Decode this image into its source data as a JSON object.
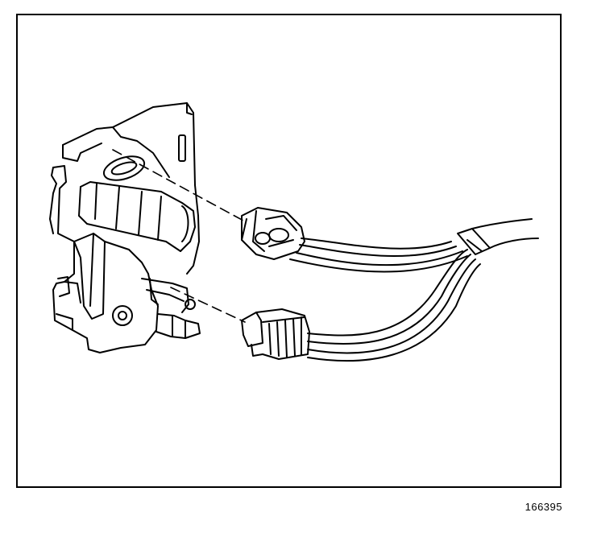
{
  "figure": {
    "id": "166395",
    "description_items": [
      "actuator-module",
      "two-wire-connector",
      "four-wire-connector",
      "wiring-harness"
    ]
  },
  "colors": {
    "line": "#000000",
    "background": "#ffffff"
  }
}
